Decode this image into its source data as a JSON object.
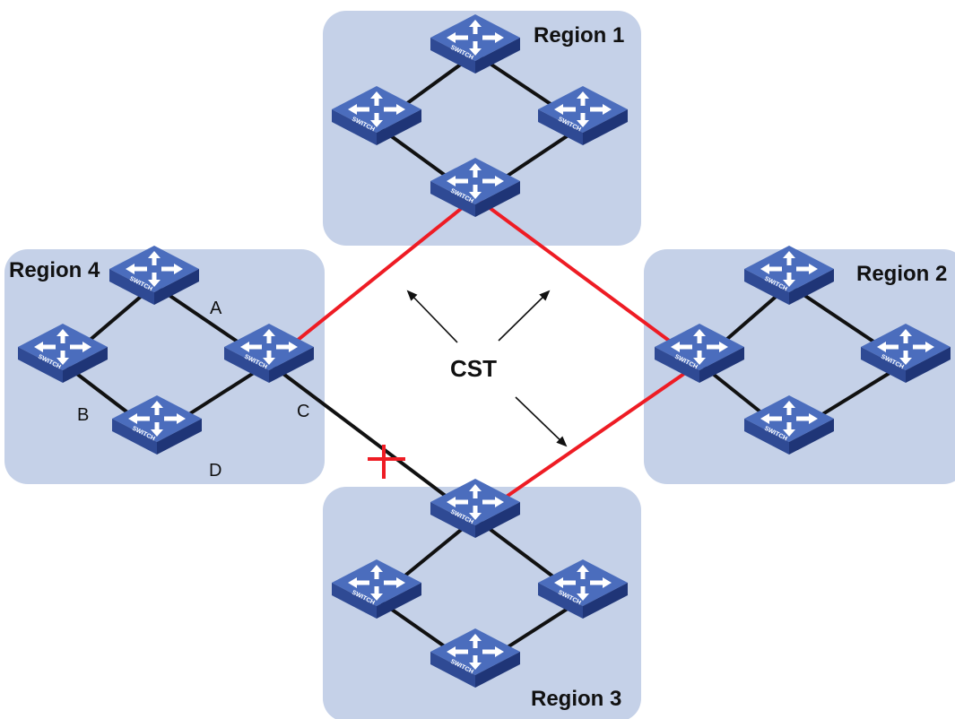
{
  "regions": [
    {
      "id": "region-1",
      "label": "Region 1"
    },
    {
      "id": "region-2",
      "label": "Region 2"
    },
    {
      "id": "region-3",
      "label": "Region 3"
    },
    {
      "id": "region-4",
      "label": "Region 4"
    }
  ],
  "node_labels": {
    "a": "A",
    "b": "B",
    "c": "C",
    "d": "D"
  },
  "cst_label": "CST",
  "switch_text": "SWITCH",
  "colors": {
    "region_fill": "#c5d1e8",
    "cst_link": "#ee1c24",
    "blocked_marker": "#ee1c24",
    "switch_body": "#4b6dbd"
  }
}
